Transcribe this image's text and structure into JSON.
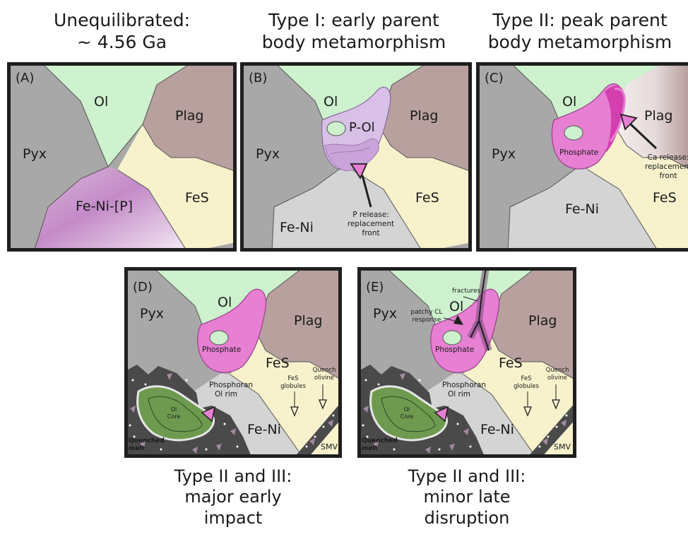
{
  "captions": {
    "a": [
      "Unequilibrated:",
      "~ 4.56 Ga"
    ],
    "b": [
      "Type I: early parent",
      "body metamorphism"
    ],
    "c": [
      "Type II: peak parent",
      "body metamorphism"
    ],
    "d": [
      "Type II and III:",
      "major early",
      "impact"
    ],
    "e": [
      "Type II and III:",
      "minor late",
      "disruption"
    ]
  },
  "panels": {
    "a": {
      "letter": "(A)",
      "ol": "Ol",
      "plag": "Plag",
      "pyx": "Pyx",
      "fes": "FeS",
      "feni": "Fe-Ni-[P]"
    },
    "b": {
      "letter": "(B)",
      "ol": "Ol",
      "plag": "Plag",
      "pyx": "Pyx",
      "fes": "FeS",
      "feni": "Fe-Ni",
      "pol": "P-Ol",
      "note": [
        "P release:",
        "replacement",
        "front"
      ]
    },
    "c": {
      "letter": "(C)",
      "ol": "Ol",
      "plag": "Plag",
      "pyx": "Pyx",
      "fes": "FeS",
      "feni": "Fe-Ni",
      "phosphate": "Phosphate",
      "note": [
        "Ca release:",
        "replacement",
        "front"
      ]
    },
    "d": {
      "letter": "(D)",
      "ol": "Ol",
      "plag": "Plag",
      "pyx": "Pyx",
      "fes": "FeS",
      "feni": "Fe-Ni",
      "phosphate": "Phosphate",
      "rim": [
        "Phosphoran",
        "Ol rim"
      ],
      "core": [
        "Ol",
        "Core"
      ],
      "quenched": [
        "Quenched",
        "melt"
      ],
      "fes_glob": [
        "FeS",
        "globules"
      ],
      "quench_ol": [
        "Quench",
        "olivine"
      ],
      "smv": "SMV"
    },
    "e": {
      "letter": "(E)",
      "ol": "Ol",
      "plag": "Plag",
      "pyx": "Pyx",
      "fes": "FeS",
      "feni": "Fe-Ni",
      "phosphate": "Phosphate",
      "rim": [
        "Phosphoran",
        "Ol rim"
      ],
      "core": [
        "Ol",
        "Core"
      ],
      "quenched": [
        "Quenched",
        "melt"
      ],
      "fes_glob": [
        "FeS",
        "globules"
      ],
      "quench_ol": [
        "Quench",
        "olivine"
      ],
      "smv": "SMV",
      "fractures": "fractures",
      "patchy": [
        "patchy CL",
        "response"
      ]
    }
  },
  "colors": {
    "olivine": "#cdf2cd",
    "plagioclase": "#b8a09f",
    "pyroxene": "#a8a8a8",
    "fes": "#f7f2cc",
    "feni": "#d4d4d4",
    "phosphate": "#e77fd2",
    "p_olivine": "#d8c0e6",
    "quenched_melt": "#4a4a4a",
    "ol_core": "#6e9a4f",
    "frame": "#1f1f1f"
  }
}
